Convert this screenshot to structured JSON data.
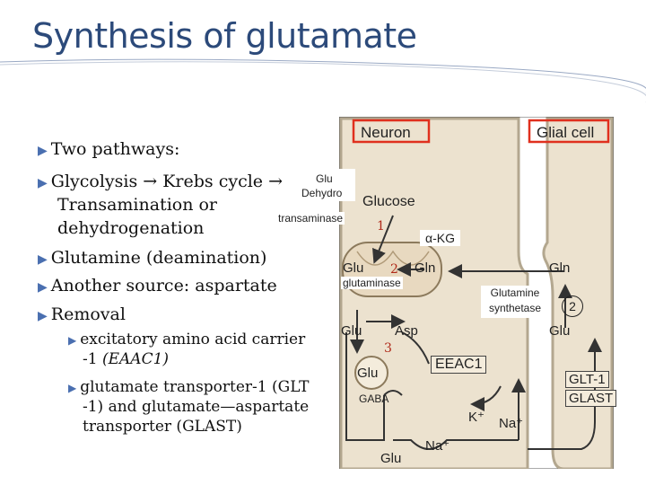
{
  "slide": {
    "title": "Synthesis of glutamate"
  },
  "bullets": [
    "Two pathways:",
    "Glycolysis → Krebs cycle →",
    "Transamination or",
    "dehydrogenation",
    "Glutamine (deamination)",
    "Another source: aspartate",
    "Removal"
  ],
  "sub_bullets": [
    "excitatory amino acid carrier",
    "-1",
    "(EAAC1)",
    "glutamate transporter-1 (GLT",
    "-1) and glutamate—aspartate",
    "transporter (GLAST)"
  ],
  "annotations": {
    "glu_dehydro_line1": "Glu",
    "glu_dehydro_line2": "Dehydro",
    "transaminase": "transaminase",
    "alpha_kg": "α-KG",
    "glutaminase": "glutaminase",
    "glutamine_synthetase_line1": "Glutamine",
    "glutamine_synthetase_line2": "synthetase",
    "gaba": "GABA",
    "num1": "1",
    "num2": "2",
    "num3": "3"
  },
  "diagram": {
    "neuron": "Neuron",
    "glial_cell": "Glial cell",
    "glucose": "Glucose",
    "glu_mito": "Glu",
    "gln_mito": "Gln",
    "gln_glial": "Gln",
    "circle2": "2",
    "glu_left": "Glu",
    "asp": "Asp",
    "glu_right": "Glu",
    "glu_vesicle": "Glu",
    "eeac1": "EEAC1",
    "glt1": "GLT-1",
    "glast": "GLAST",
    "k_plus": "K⁺",
    "na_plus_1": "Na⁺",
    "na_plus_2": "Na⁺",
    "glu_bottom": "Glu"
  },
  "colors": {
    "title": "#2c4a7a",
    "red_box": "#e0301e",
    "diagram_bg": "#ece2cf",
    "membrane": "#b3a78f"
  }
}
